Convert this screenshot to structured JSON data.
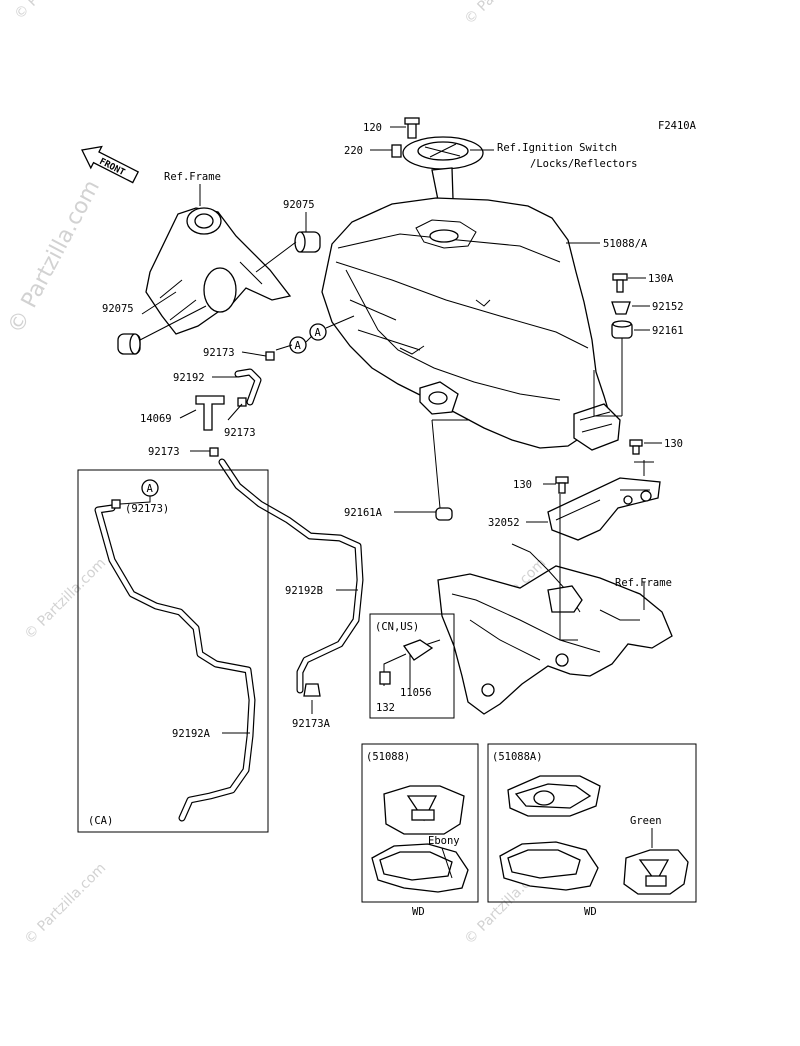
{
  "diagram_code": "F2410A",
  "front_arrow": "FRONT",
  "watermark": "© Partzilla.com",
  "labels": {
    "p120": "120",
    "p220": "220",
    "ignition_ref": "Ref.Ignition Switch",
    "ignition_ref2": "/Locks/Reflectors",
    "ref_frame_top": "Ref.Frame",
    "p92075_top": "92075",
    "p92075_left": "92075",
    "p51088a": "51088/A",
    "p130a": "130A",
    "p92152": "92152",
    "p92161": "92161",
    "p92173_1": "92173",
    "p92192": "92192",
    "p14069": "14069",
    "p92173_2": "92173",
    "p92173_3": "92173",
    "p130_right": "130",
    "p130_mid": "130",
    "p92161a": "92161A",
    "p32052": "32052",
    "p92173_paren": "(92173)",
    "ref_frame_bottom": "Ref.Frame",
    "p92192b": "92192B",
    "cn_us": "(CN,US)",
    "p11056": "11056",
    "p132": "132",
    "p92173a": "92173A",
    "p92192a": "92192A",
    "ca": "(CA)",
    "callout_a": "A",
    "box1_title": "(51088)",
    "box2_title": "(51088A)",
    "ebony": "Ebony",
    "green": "Green",
    "wd1": "WD",
    "wd2": "WD"
  }
}
